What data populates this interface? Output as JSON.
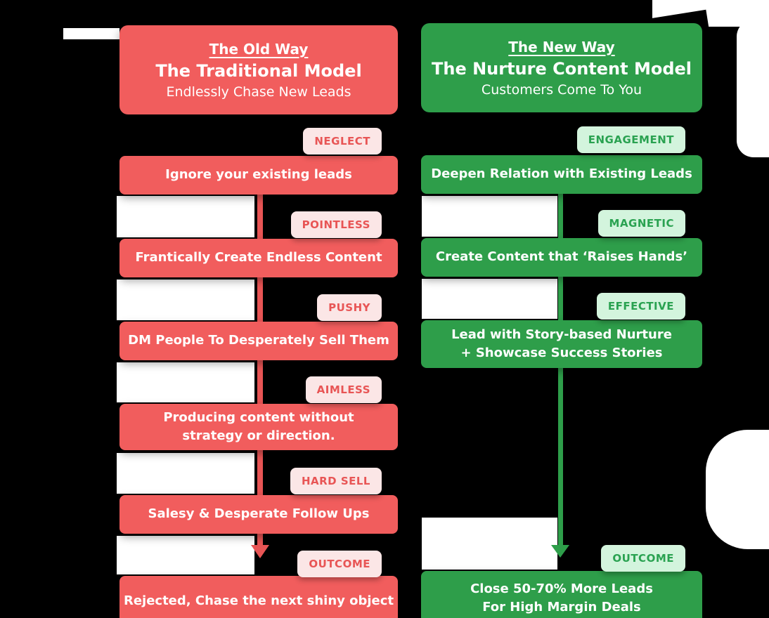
{
  "colors": {
    "background": "#000000",
    "old_way_red": "#f15d5d",
    "old_way_badge_bg": "#fbe6e6",
    "old_way_badge_text": "#e85555",
    "new_way_green": "#2e9e4a",
    "new_way_badge_bg": "#d3f4dd",
    "new_way_badge_text": "#2aa251",
    "text_on_boxes": "#ffffff",
    "background_patches": "#ffffff"
  },
  "old_way": {
    "header": {
      "tag": "The Old Way",
      "title": "The Traditional Model",
      "subtitle": "Endlessly Chase New Leads"
    },
    "steps": [
      {
        "badge": "NEGLECT",
        "text": "Ignore your existing leads"
      },
      {
        "badge": "POINTLESS",
        "text": "Frantically Create Endless Content"
      },
      {
        "badge": "PUSHY",
        "text": "DM People To Desperately Sell Them"
      },
      {
        "badge": "AIMLESS",
        "text": "Producing content without\nstrategy or direction."
      },
      {
        "badge": "HARD SELL",
        "text": "Salesy & Desperate Follow Ups"
      },
      {
        "badge": "OUTCOME",
        "text": "Rejected, Chase the next shiny object"
      }
    ]
  },
  "new_way": {
    "header": {
      "tag": "The New Way",
      "title": "The Nurture Content Model",
      "subtitle": "Customers Come To You"
    },
    "steps": [
      {
        "badge": "ENGAGEMENT",
        "text": "Deepen Relation with Existing Leads"
      },
      {
        "badge": "MAGNETIC",
        "text": "Create Content that ‘Raises Hands’"
      },
      {
        "badge": "EFFECTIVE",
        "text": "Lead with Story-based Nurture\n+ Showcase Success Stories"
      },
      {
        "badge": "OUTCOME",
        "text": "Close 50-70% More Leads\nFor High Margin Deals"
      }
    ]
  }
}
